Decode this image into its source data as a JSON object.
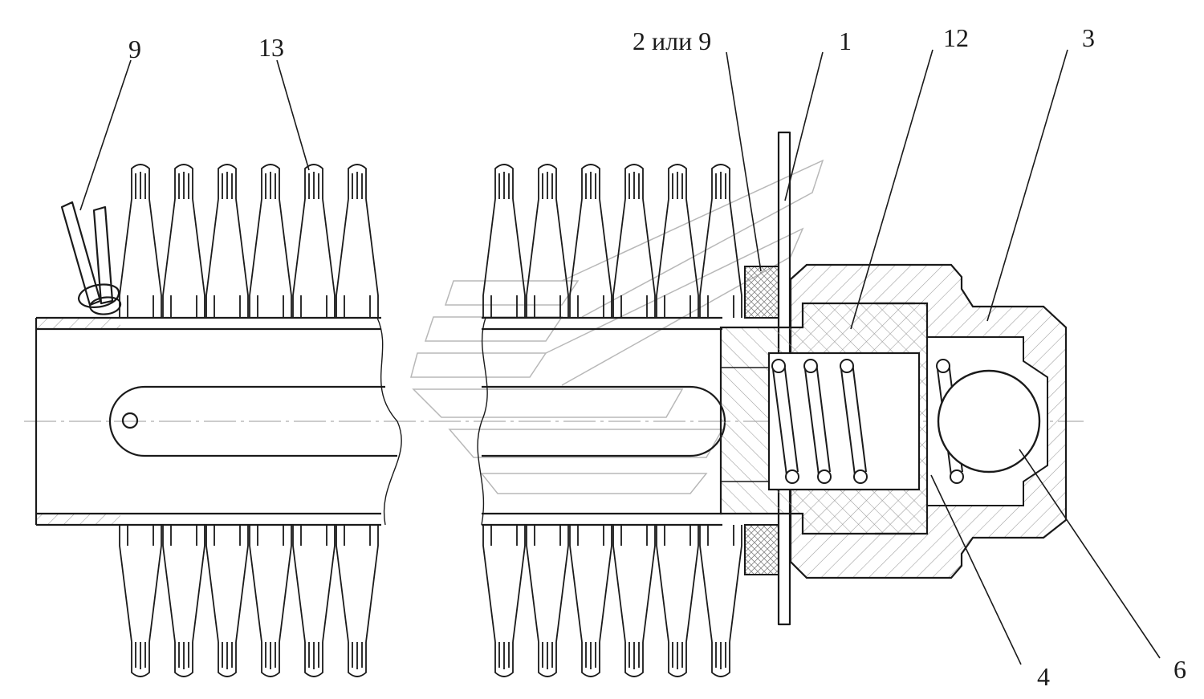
{
  "callouts": [
    {
      "id": "tie",
      "text": "9"
    },
    {
      "id": "brush",
      "text": "13"
    },
    {
      "id": "washer",
      "text": "2 или 9"
    },
    {
      "id": "plate",
      "text": "1"
    },
    {
      "id": "plug",
      "text": "12"
    },
    {
      "id": "nut",
      "text": "3"
    },
    {
      "id": "spring",
      "text": "4"
    },
    {
      "id": "ball",
      "text": "6"
    }
  ],
  "colors": {
    "line": "#1a1a1a",
    "hatch": "#9a9a9a",
    "watermark": "#b8b8b8",
    "background": "#ffffff"
  },
  "bristle_tufts": {
    "per_section_per_side": 6,
    "sections": 2,
    "sides": [
      "top",
      "bottom"
    ]
  },
  "spring_coils": 4
}
